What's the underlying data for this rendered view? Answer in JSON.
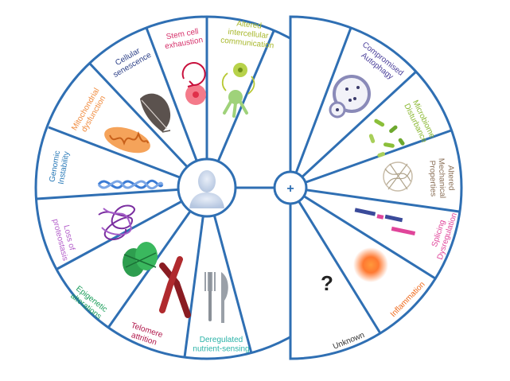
{
  "left_wheel": {
    "center_icon": "person-bust-icon",
    "segments": [
      {
        "id": "stem-cell-exhaustion",
        "lines": [
          "Stem cell",
          "exhaustion"
        ],
        "color": "#d6336c",
        "icon": "stem-cell-icon"
      },
      {
        "id": "altered-intercellular-communication",
        "lines": [
          "Altered",
          "intercellular",
          "communication"
        ],
        "color": "#a8b82c",
        "icon": "cell-communication-icon"
      },
      {
        "id": "deregulated-nutrient-sensing",
        "lines": [
          "Deregulated",
          "nutrient-sensing"
        ],
        "color": "#2bb3a8",
        "icon": "fork-knife-icon"
      },
      {
        "id": "telomere-attrition",
        "lines": [
          "Telomere",
          "attrition"
        ],
        "color": "#b0164a",
        "icon": "chromosome-icon"
      },
      {
        "id": "epigenetic-alterations",
        "lines": [
          "Epigenetic",
          "alterations"
        ],
        "color": "#1d9e5c",
        "icon": "nucleosome-icon"
      },
      {
        "id": "loss-of-proteostasis",
        "lines": [
          "Loss of",
          "proteostasis"
        ],
        "color": "#b25cc9",
        "icon": "protein-tangle-icon"
      },
      {
        "id": "genomic-instability",
        "lines": [
          "Genomic",
          "Instability"
        ],
        "color": "#2a7ab8",
        "icon": "dna-helix-icon"
      },
      {
        "id": "mitochondrial-dysfunction",
        "lines": [
          "Mitochondrial",
          "dysfunction"
        ],
        "color": "#f08a3c",
        "icon": "mitochondrion-icon"
      },
      {
        "id": "cellular-senescence",
        "lines": [
          "Cellular",
          "senescence"
        ],
        "color": "#2b3f87",
        "icon": "wilted-leaf-icon"
      }
    ]
  },
  "right_wheel": {
    "center_label": "+",
    "segments": [
      {
        "id": "compromised-autophagy",
        "lines": [
          "Compromised",
          "Autophagy"
        ],
        "color": "#4a3f9a",
        "icon": "autophagosome-icon"
      },
      {
        "id": "microbiome-disturbance",
        "lines": [
          "Microbiome",
          "Disturbance"
        ],
        "color": "#8bb833",
        "icon": "bacteria-icon"
      },
      {
        "id": "altered-mechanical-properties",
        "lines": [
          "Altered",
          "Mechanical",
          "Properties"
        ],
        "color": "#8a6f56",
        "icon": "fiber-mesh-icon"
      },
      {
        "id": "splicing-dysregulation",
        "lines": [
          "Splicing",
          "Dysregulation"
        ],
        "color": "#e0459a",
        "icon": "rna-splicing-icon"
      },
      {
        "id": "inflammation",
        "lines": [
          "Inflammation"
        ],
        "color": "#ef6a1c",
        "icon": "inflammation-glow-icon"
      },
      {
        "id": "unknown",
        "lines": [
          "Unknown"
        ],
        "color": "#333333",
        "icon": "question-mark-icon"
      }
    ],
    "unknown_symbol": "?"
  },
  "colors": {
    "ring": "#2f6fb3",
    "background": "#ffffff"
  }
}
